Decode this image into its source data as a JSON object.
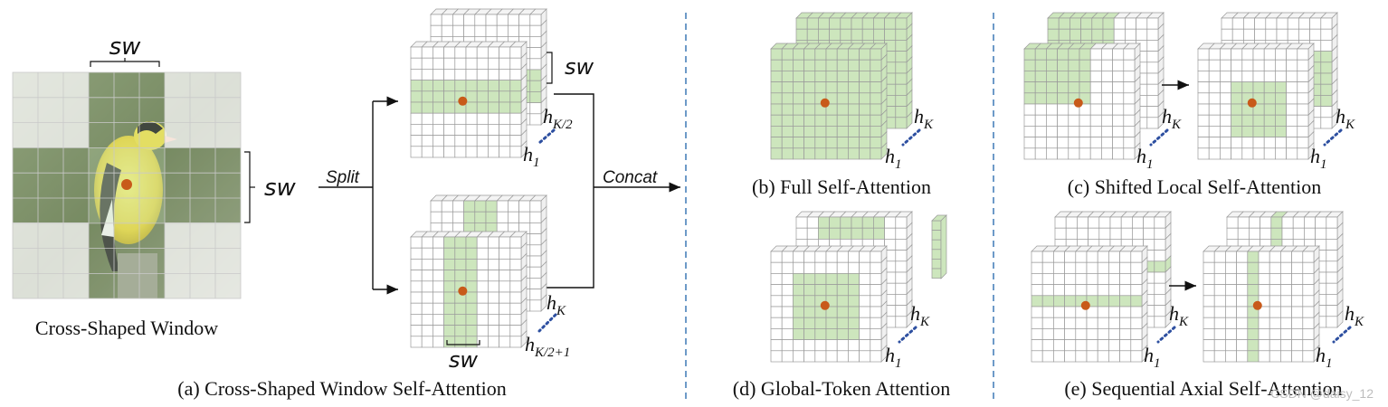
{
  "colors": {
    "highlight": "#cde6bd",
    "grid_line": "#9a9a9a",
    "dot": "#c85a1a",
    "divider": "#2f6fb0",
    "dots_blue": "#2d4fa0"
  },
  "panel_a": {
    "window_caption": "Cross-Shaped Window",
    "sw_label": "sw",
    "split_label": "Split",
    "concat_label": "Concat",
    "h_top_upper": "h",
    "h_top_upper_sub": "K/2",
    "h_top_lower": "h",
    "h_top_lower_sub": "1",
    "h_bot_upper": "h",
    "h_bot_upper_sub": "K",
    "h_bot_lower": "h",
    "h_bot_lower_sub": "K/2+1",
    "caption": "(a) Cross-Shaped Window Self-Attention"
  },
  "panel_b": {
    "caption": "(b) Full Self-Attention",
    "h_upper": "h",
    "h_upper_sub": "K",
    "h_lower": "h",
    "h_lower_sub": "1"
  },
  "panel_c": {
    "caption": "(c) Shifted Local Self-Attention",
    "h_upper": "h",
    "h_upper_sub": "K",
    "h_lower": "h",
    "h_lower_sub": "1"
  },
  "panel_d": {
    "caption": "(d) Global-Token Attention",
    "h_upper": "h",
    "h_upper_sub": "K",
    "h_lower": "h",
    "h_lower_sub": "1"
  },
  "panel_e": {
    "caption": "(e) Sequential Axial Self-Attention",
    "h_upper": "h",
    "h_upper_sub": "K",
    "h_lower": "h",
    "h_lower_sub": "1"
  },
  "watermark": "CSDN @daisy_12"
}
